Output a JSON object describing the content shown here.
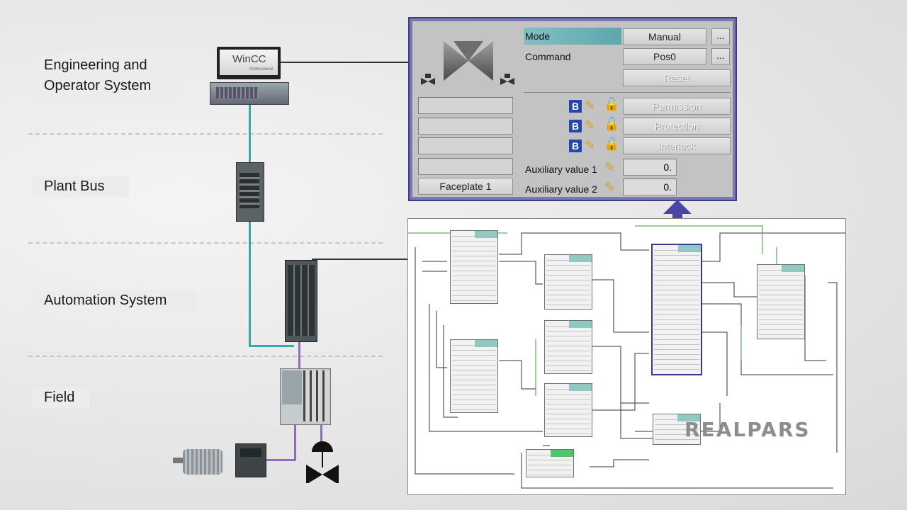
{
  "levels": {
    "engineering": "Engineering and\nOperator System",
    "plant_bus": "Plant Bus",
    "automation": "Automation System",
    "field": "Field"
  },
  "monitor": {
    "title": "WinCC",
    "subtitle": "Professional"
  },
  "faceplate": {
    "mode_label": "Mode",
    "mode_value": "Manual",
    "command_label": "Command",
    "command_value": "Pos0",
    "ellipsis": "...",
    "reset_label": "Reset",
    "b_badge": "B",
    "permission_label": "Permission",
    "protection_label": "Protection",
    "interlock_label": "Interlock",
    "aux1_label": "Auxiliary value 1",
    "aux1_value": "0.",
    "aux2_label": "Auxiliary value 2",
    "aux2_value": "0.",
    "faceplate_button": "Faceplate 1"
  },
  "brand": {
    "logo": "REALPARS"
  },
  "colors": {
    "bus_cable": "#3aa9a4",
    "field_cable": "#8e6bbf",
    "faceplate_border": "#3c3c8c",
    "block_header": "#8fc9c2"
  }
}
